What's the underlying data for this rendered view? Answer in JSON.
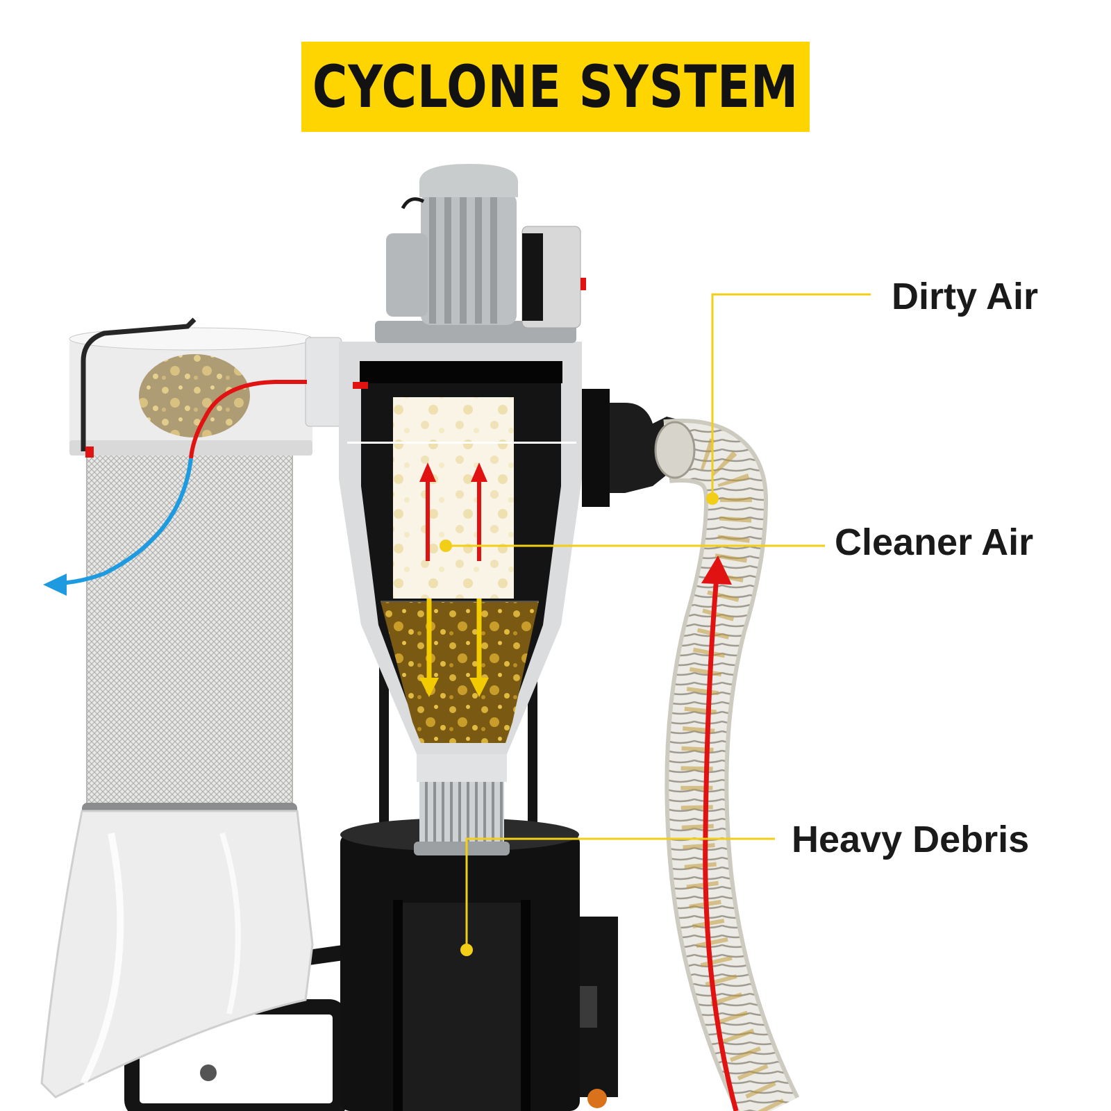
{
  "title": "CYCLONE SYSTEM",
  "colors": {
    "banner": "#FFD500",
    "callout_line": "#F2CF16",
    "red_flow": "#E01212",
    "blue_flow": "#1E9BE0",
    "yellow_flow": "#F2CC00",
    "dust": "#C9A227",
    "machine_dark": "#141414",
    "metal": "#D9DCDE"
  },
  "callouts": [
    {
      "id": "dirty-air",
      "label": "Dirty Air"
    },
    {
      "id": "cleaner-air",
      "label": "Cleaner Air"
    },
    {
      "id": "heavy-debris",
      "label": "Heavy Debris"
    }
  ],
  "icons": [
    "motor-icon",
    "switch-box-icon",
    "flow-arrow-icon",
    "hose-icon",
    "filter-canister-icon",
    "collection-bag-icon",
    "debris-drum-icon"
  ]
}
